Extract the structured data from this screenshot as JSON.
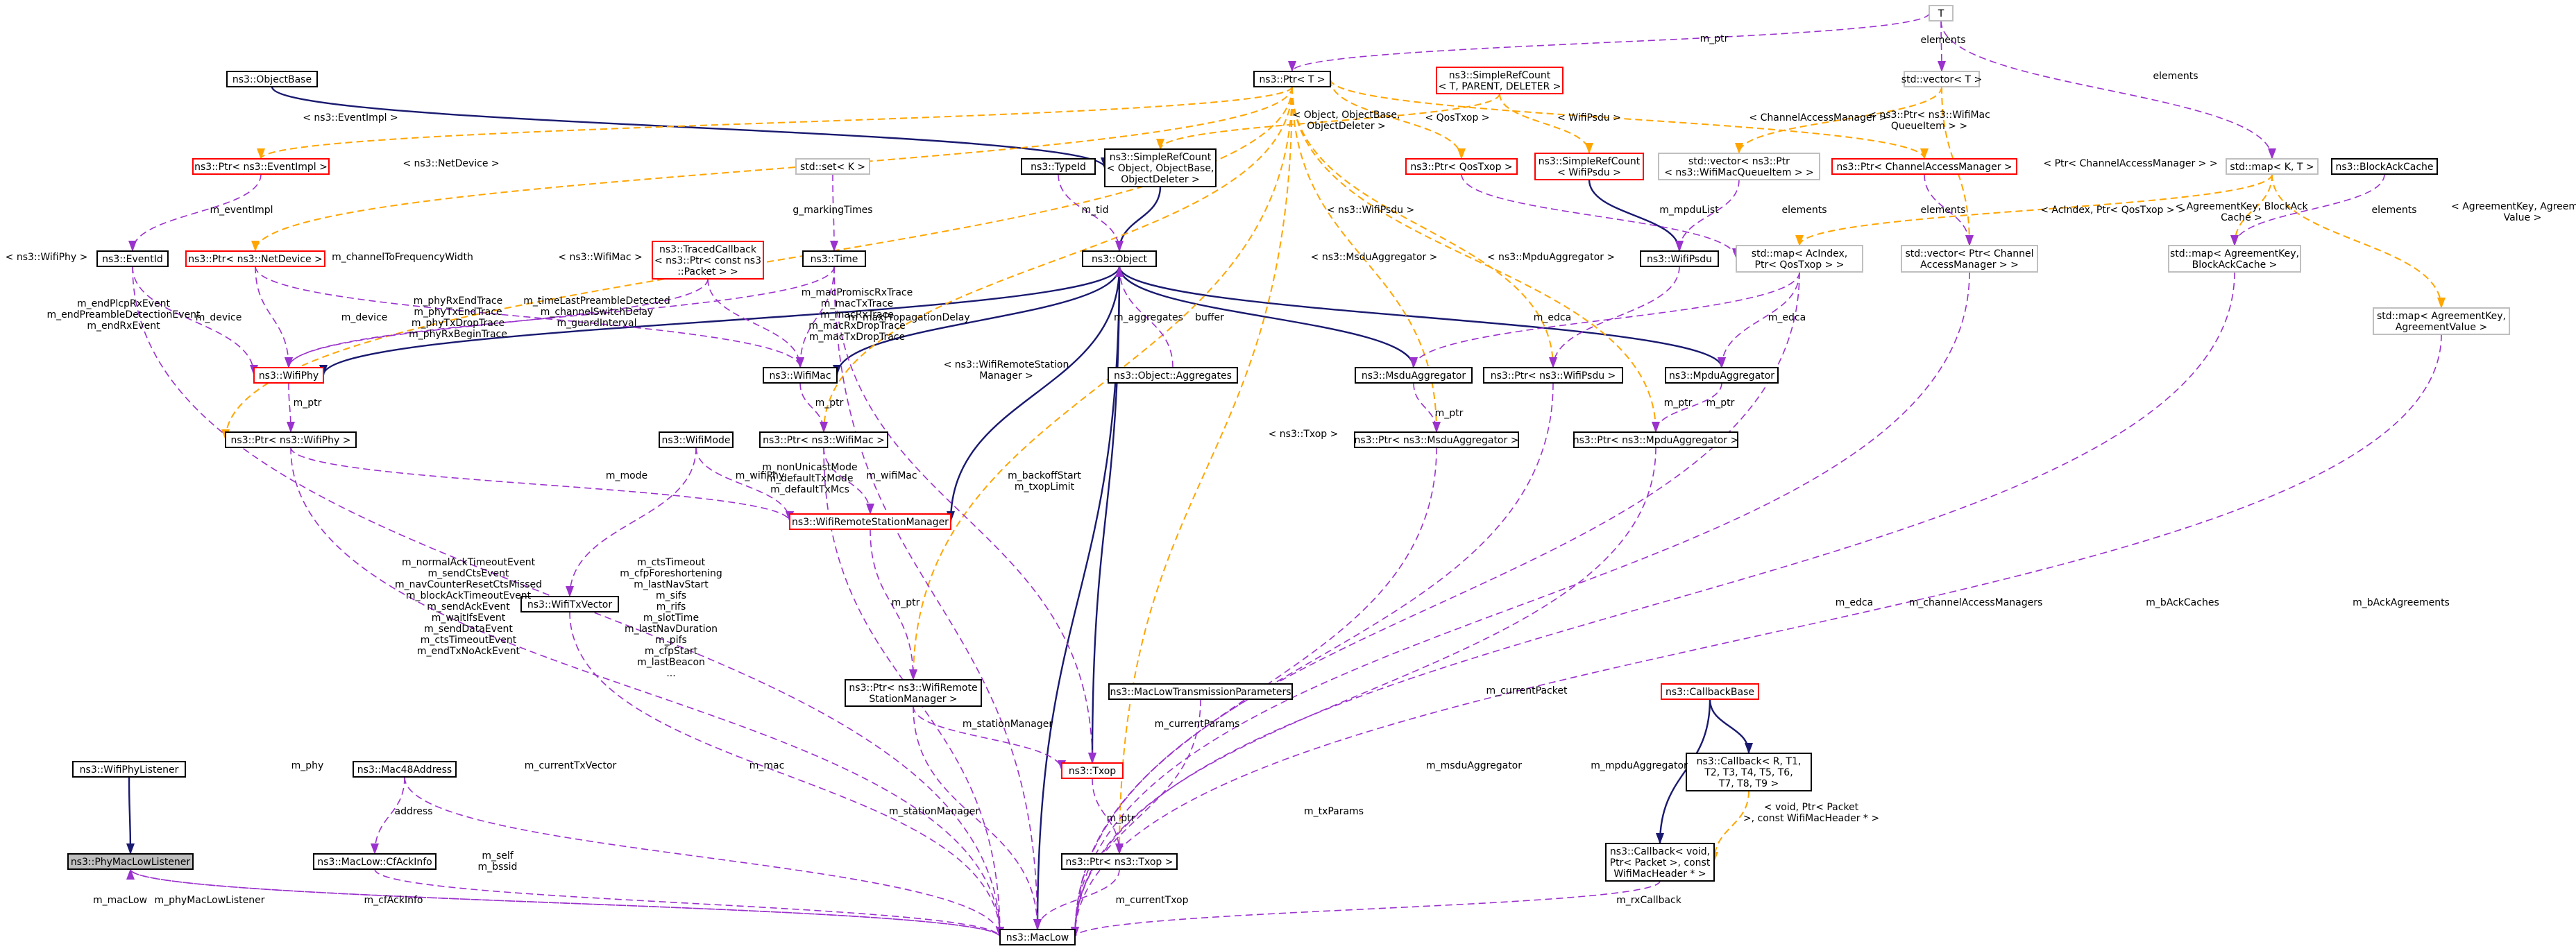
{
  "diagram": {
    "type": "doxygen collaboration graph",
    "focus_node": "ns3::PhyMacLowListener",
    "colors": {
      "inheritance_edge": "#191970",
      "usage_edge": "#9a32cd",
      "template_edge": "#ffa500",
      "node_border_default": "#000000",
      "node_border_undocumented": "#ff0000",
      "node_border_external": "#bfbfbf",
      "focus_node_fill": "#bfbfbf"
    },
    "nodes": [
      {
        "id": "T",
        "lines": [
          "T"
        ],
        "style": "gray"
      },
      {
        "id": "ptr",
        "lines": [
          "ns3::Ptr< T >"
        ],
        "style": "black"
      },
      {
        "id": "src",
        "lines": [
          "ns3::SimpleRefCount",
          "< T, PARENT, DELETER >"
        ],
        "style": "red"
      },
      {
        "id": "vecT",
        "lines": [
          "std::vector< T >"
        ],
        "style": "gray"
      },
      {
        "id": "objbase",
        "lines": [
          "ns3::ObjectBase"
        ],
        "style": "black"
      },
      {
        "id": "src_obj",
        "lines": [
          "ns3::SimpleRefCount",
          "< Object, ObjectBase,",
          "ObjectDeleter >"
        ],
        "style": "black"
      },
      {
        "id": "ptr_evimpl",
        "lines": [
          "ns3::Ptr< ns3::EventImpl >"
        ],
        "style": "red"
      },
      {
        "id": "setK",
        "lines": [
          "std::set< K >"
        ],
        "style": "gray"
      },
      {
        "id": "typeid",
        "lines": [
          "ns3::TypeId"
        ],
        "style": "black"
      },
      {
        "id": "ptr_qostxop",
        "lines": [
          "ns3::Ptr< QosTxop >"
        ],
        "style": "red"
      },
      {
        "id": "src_psdu",
        "lines": [
          "ns3::SimpleRefCount",
          "< WifiPsdu >"
        ],
        "style": "red"
      },
      {
        "id": "vec_ptrq",
        "lines": [
          "std::vector< ns3::Ptr",
          "< ns3::WifiMacQueueItem > >"
        ],
        "style": "gray"
      },
      {
        "id": "ptr_cam",
        "lines": [
          "ns3::Ptr< ChannelAccessManager >"
        ],
        "style": "red"
      },
      {
        "id": "mapKT",
        "lines": [
          "std::map< K, T >"
        ],
        "style": "gray"
      },
      {
        "id": "blockack",
        "lines": [
          "ns3::BlockAckCache"
        ],
        "style": "black"
      },
      {
        "id": "eventid",
        "lines": [
          "ns3::EventId"
        ],
        "style": "black"
      },
      {
        "id": "ptr_netdev",
        "lines": [
          "ns3::Ptr< ns3::NetDevice >"
        ],
        "style": "red"
      },
      {
        "id": "traced",
        "lines": [
          "ns3::TracedCallback",
          "< ns3::Ptr< const ns3",
          "::Packet > >"
        ],
        "style": "red"
      },
      {
        "id": "time",
        "lines": [
          "ns3::Time"
        ],
        "style": "black"
      },
      {
        "id": "object",
        "lines": [
          "ns3::Object"
        ],
        "style": "black"
      },
      {
        "id": "wifipsdu",
        "lines": [
          "ns3::WifiPsdu"
        ],
        "style": "black"
      },
      {
        "id": "map_ac",
        "lines": [
          "std::map< AcIndex,",
          "Ptr< QosTxop > >"
        ],
        "style": "gray"
      },
      {
        "id": "vec_cam",
        "lines": [
          "std::vector< Ptr< Channel",
          "AccessManager > >"
        ],
        "style": "gray"
      },
      {
        "id": "map_bac",
        "lines": [
          "std::map< AgreementKey,",
          "BlockAckCache >"
        ],
        "style": "gray"
      },
      {
        "id": "map_agv",
        "lines": [
          "std::map< AgreementKey,",
          "AgreementValue >"
        ],
        "style": "gray"
      },
      {
        "id": "wifiphy",
        "lines": [
          "ns3::WifiPhy"
        ],
        "style": "red"
      },
      {
        "id": "wifimac",
        "lines": [
          "ns3::WifiMac"
        ],
        "style": "black"
      },
      {
        "id": "aggs",
        "lines": [
          "ns3::Object::Aggregates"
        ],
        "style": "black"
      },
      {
        "id": "msduagg",
        "lines": [
          "ns3::MsduAggregator"
        ],
        "style": "black"
      },
      {
        "id": "ptr_psdu",
        "lines": [
          "ns3::Ptr< ns3::WifiPsdu >"
        ],
        "style": "black"
      },
      {
        "id": "mpduagg",
        "lines": [
          "ns3::MpduAggregator"
        ],
        "style": "black"
      },
      {
        "id": "ptr_phy",
        "lines": [
          "ns3::Ptr< ns3::WifiPhy >"
        ],
        "style": "black"
      },
      {
        "id": "wifimode",
        "lines": [
          "ns3::WifiMode"
        ],
        "style": "black"
      },
      {
        "id": "ptr_mac",
        "lines": [
          "ns3::Ptr< ns3::WifiMac >"
        ],
        "style": "black"
      },
      {
        "id": "ptr_msdu",
        "lines": [
          "ns3::Ptr< ns3::MsduAggregator >"
        ],
        "style": "black"
      },
      {
        "id": "ptr_mpdu",
        "lines": [
          "ns3::Ptr< ns3::MpduAggregator >"
        ],
        "style": "black"
      },
      {
        "id": "wrsm",
        "lines": [
          "ns3::WifiRemoteStationManager"
        ],
        "style": "red"
      },
      {
        "id": "txvec",
        "lines": [
          "ns3::WifiTxVector"
        ],
        "style": "black"
      },
      {
        "id": "ptr_wrsm",
        "lines": [
          "ns3::Ptr< ns3::WifiRemote",
          "StationManager >"
        ],
        "style": "black"
      },
      {
        "id": "mltp",
        "lines": [
          "ns3::MacLowTransmissionParameters"
        ],
        "style": "black"
      },
      {
        "id": "cbbase",
        "lines": [
          "ns3::CallbackBase"
        ],
        "style": "red"
      },
      {
        "id": "txop",
        "lines": [
          "ns3::Txop"
        ],
        "style": "red"
      },
      {
        "id": "cb_generic",
        "lines": [
          "ns3::Callback< R, T1,",
          "T2, T3, T4, T5, T6,",
          "T7, T8, T9 >"
        ],
        "style": "black"
      },
      {
        "id": "listener",
        "lines": [
          "ns3::WifiPhyListener"
        ],
        "style": "black"
      },
      {
        "id": "mac48",
        "lines": [
          "ns3::Mac48Address"
        ],
        "style": "black"
      },
      {
        "id": "phymac",
        "lines": [
          "ns3::PhyMacLowListener"
        ],
        "style": "selected"
      },
      {
        "id": "cfack",
        "lines": [
          "ns3::MacLow::CfAckInfo"
        ],
        "style": "black"
      },
      {
        "id": "ptr_txop",
        "lines": [
          "ns3::Ptr< ns3::Txop >"
        ],
        "style": "black"
      },
      {
        "id": "cb_void",
        "lines": [
          "ns3::Callback< void,",
          "Ptr< Packet >, const",
          "WifiMacHeader * >"
        ],
        "style": "black"
      },
      {
        "id": "maclow",
        "lines": [
          "ns3::MacLow"
        ],
        "style": "black"
      }
    ],
    "edge_labels": [
      {
        "id": "l1",
        "lines": [
          "m_ptr"
        ]
      },
      {
        "id": "l2",
        "lines": [
          "elements"
        ]
      },
      {
        "id": "l3",
        "lines": [
          "elements"
        ]
      },
      {
        "id": "l4",
        "lines": [
          "< ns3::EventImpl >"
        ]
      },
      {
        "id": "l5",
        "lines": [
          "< ns3::NetDevice >"
        ]
      },
      {
        "id": "l6",
        "lines": [
          "< ns3::WifiPhy >"
        ]
      },
      {
        "id": "l7",
        "lines": [
          "< Object, ObjectBase,",
          "ObjectDeleter >"
        ]
      },
      {
        "id": "l8",
        "lines": [
          "< QosTxop >"
        ]
      },
      {
        "id": "l9",
        "lines": [
          "< WifiPsdu >"
        ]
      },
      {
        "id": "l10",
        "lines": [
          "< ChannelAccessManager >"
        ]
      },
      {
        "id": "l11",
        "lines": [
          "< ns3::Ptr< ns3::WifiMac",
          "QueueItem > >"
        ]
      },
      {
        "id": "l12",
        "lines": [
          "< Ptr< ChannelAccessManager > >"
        ]
      },
      {
        "id": "l13",
        "lines": [
          "m_eventImpl"
        ]
      },
      {
        "id": "l14",
        "lines": [
          "g_markingTimes"
        ]
      },
      {
        "id": "l15",
        "lines": [
          "m_tid"
        ]
      },
      {
        "id": "l16",
        "lines": [
          "< ns3::WifiPsdu >"
        ]
      },
      {
        "id": "l17",
        "lines": [
          "m_mpduList"
        ]
      },
      {
        "id": "l18",
        "lines": [
          "elements"
        ]
      },
      {
        "id": "l19",
        "lines": [
          "elements"
        ]
      },
      {
        "id": "l20",
        "lines": [
          "< AcIndex, Ptr< QosTxop > >"
        ]
      },
      {
        "id": "l21",
        "lines": [
          "< AgreementKey, BlockAck",
          "Cache >"
        ]
      },
      {
        "id": "l22",
        "lines": [
          "elements"
        ]
      },
      {
        "id": "l23",
        "lines": [
          "< AgreementKey, Agreement",
          "Value >"
        ]
      },
      {
        "id": "l24",
        "lines": [
          "m_channelToFrequencyWidth"
        ]
      },
      {
        "id": "l25",
        "lines": [
          "< ns3::WifiMac >"
        ]
      },
      {
        "id": "l26",
        "lines": [
          "< ns3::MsduAggregator >"
        ]
      },
      {
        "id": "l27",
        "lines": [
          "< ns3::MpduAggregator >"
        ]
      },
      {
        "id": "l28",
        "lines": [
          "m_endPlcpRxEvent",
          "m_endPreambleDetectionEvent",
          "m_endRxEvent"
        ]
      },
      {
        "id": "l29",
        "lines": [
          "m_device"
        ]
      },
      {
        "id": "l30",
        "lines": [
          "m_phyRxEndTrace",
          "m_phyTxEndTrace",
          "m_phyTxDropTrace",
          "m_phyRxBeginTrace"
        ]
      },
      {
        "id": "l31",
        "lines": [
          "m_timeLastPreambleDetected",
          "m_channelSwitchDelay",
          "m_guardInterval"
        ]
      },
      {
        "id": "l32",
        "lines": [
          "m_device"
        ]
      },
      {
        "id": "l33",
        "lines": [
          "m_macPromiscRxTrace",
          "m_macTxTrace",
          "m_macRxTrace",
          "m_macRxDropTrace",
          "m_macTxDropTrace"
        ]
      },
      {
        "id": "l34",
        "lines": [
          "m_maxPropagationDelay"
        ]
      },
      {
        "id": "l35",
        "lines": [
          "m_aggregates"
        ]
      },
      {
        "id": "l36",
        "lines": [
          "buffer"
        ]
      },
      {
        "id": "l37",
        "lines": [
          "m_edca"
        ]
      },
      {
        "id": "l38",
        "lines": [
          "m_edca"
        ]
      },
      {
        "id": "l39",
        "lines": [
          "m_ptr"
        ]
      },
      {
        "id": "l40",
        "lines": [
          "< ns3::WifiRemoteStation",
          "Manager >"
        ]
      },
      {
        "id": "l41",
        "lines": [
          "m_ptr"
        ]
      },
      {
        "id": "l42",
        "lines": [
          "m_ptr"
        ]
      },
      {
        "id": "l43",
        "lines": [
          "m_ptr"
        ]
      },
      {
        "id": "l44",
        "lines": [
          "m_ptr"
        ]
      },
      {
        "id": "l45",
        "lines": [
          "m_mode"
        ]
      },
      {
        "id": "l46",
        "lines": [
          "m_nonUnicastMode",
          "m_defaultTxMode",
          "m_defaultTxMcs"
        ]
      },
      {
        "id": "l47",
        "lines": [
          "m_wifiPhy"
        ]
      },
      {
        "id": "l48",
        "lines": [
          "m_wifiMac"
        ]
      },
      {
        "id": "l49",
        "lines": [
          "m_backoffStart",
          "m_txopLimit"
        ]
      },
      {
        "id": "l50",
        "lines": [
          "< ns3::Txop >"
        ]
      },
      {
        "id": "l51",
        "lines": [
          "m_normalAckTimeoutEvent",
          "m_sendCtsEvent",
          "m_navCounterResetCtsMissed",
          "m_blockAckTimeoutEvent",
          "m_sendAckEvent",
          "m_waitIfsEvent",
          "m_sendDataEvent",
          "m_ctsTimeoutEvent",
          "m_endTxNoAckEvent"
        ]
      },
      {
        "id": "l52",
        "lines": [
          "m_ctsTimeout",
          "m_cfpForeshortening",
          "m_lastNavStart",
          "m_sifs",
          "m_rifs",
          "m_slotTime",
          "m_lastNavDuration",
          "m_pifs",
          "m_cfpStart",
          "m_lastBeacon",
          "..."
        ]
      },
      {
        "id": "l53",
        "lines": [
          "m_ptr"
        ]
      },
      {
        "id": "l54",
        "lines": [
          "m_edca"
        ]
      },
      {
        "id": "l55",
        "lines": [
          "m_channelAccessManagers"
        ]
      },
      {
        "id": "l56",
        "lines": [
          "m_bAckCaches"
        ]
      },
      {
        "id": "l57",
        "lines": [
          "m_bAckAgreements"
        ]
      },
      {
        "id": "l58",
        "lines": [
          "m_stationManager"
        ]
      },
      {
        "id": "l59",
        "lines": [
          "m_currentParams"
        ]
      },
      {
        "id": "l60",
        "lines": [
          "m_phy"
        ]
      },
      {
        "id": "l61",
        "lines": [
          "m_currentTxVector"
        ]
      },
      {
        "id": "l62",
        "lines": [
          "m_mac"
        ]
      },
      {
        "id": "l63",
        "lines": [
          "m_msduAggregator"
        ]
      },
      {
        "id": "l64",
        "lines": [
          "m_currentPacket"
        ]
      },
      {
        "id": "l65",
        "lines": [
          "m_mpduAggregator"
        ]
      },
      {
        "id": "l66",
        "lines": [
          "< void, Ptr< Packet",
          ">, const WifiMacHeader * >"
        ]
      },
      {
        "id": "l67",
        "lines": [
          "address"
        ]
      },
      {
        "id": "l68",
        "lines": [
          "m_self",
          "m_bssid"
        ]
      },
      {
        "id": "l69",
        "lines": [
          "m_stationManager"
        ]
      },
      {
        "id": "l70",
        "lines": [
          "m_ptr"
        ]
      },
      {
        "id": "l71",
        "lines": [
          "m_txParams"
        ]
      },
      {
        "id": "l72",
        "lines": [
          "m_macLow"
        ]
      },
      {
        "id": "l73",
        "lines": [
          "m_phyMacLowListener"
        ]
      },
      {
        "id": "l74",
        "lines": [
          "m_cfAckInfo"
        ]
      },
      {
        "id": "l75",
        "lines": [
          "m_currentTxop"
        ]
      },
      {
        "id": "l76",
        "lines": [
          "m_rxCallback"
        ]
      }
    ]
  }
}
